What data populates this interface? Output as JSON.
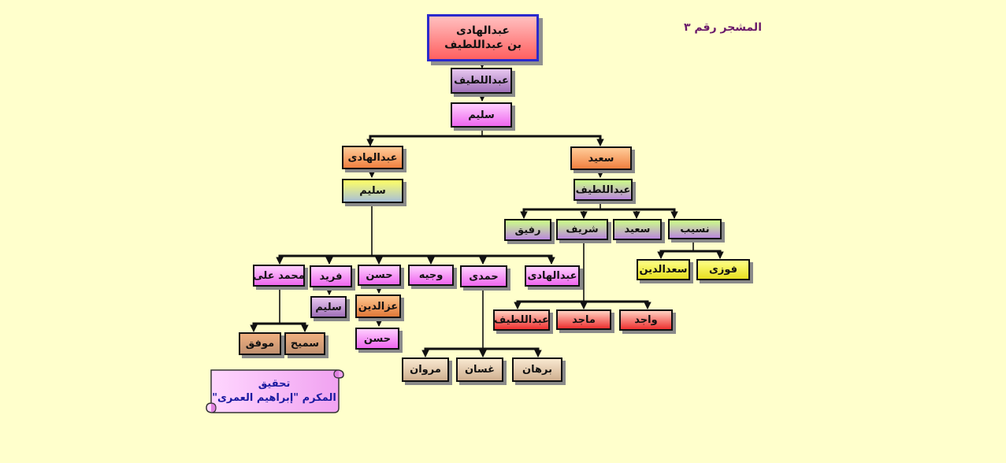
{
  "chart_label": "المشجر رقم ٣",
  "credit": {
    "line1": "تحقيق",
    "line2": "المكرم \"إبراهيم العمرى\""
  },
  "colors": {
    "background": "#ffffcc",
    "root_border": "#2a2acc",
    "credit_text": "#1a1aa0",
    "label_text": "#6a1a6a"
  },
  "nodes": {
    "root": {
      "line1": "عبدالهادى",
      "line2": "بن عبداللطيف"
    },
    "n_abdullatif_1": "عبداللطيف",
    "n_salim_1": "سليم",
    "n_abdulhadi_2": "عبدالهادى",
    "n_saeed_1": "سعيد",
    "n_salim_2": "سليم",
    "n_abdullatif_2": "عبداللطيف",
    "n_rafeeq": "رفيق",
    "n_shareef": "شريف",
    "n_saeed_2": "سعيد",
    "n_naseeb": "نسيب",
    "n_saadaldeen": "سعدالدين",
    "n_fawzi": "فوزى",
    "n_abdullatif_3": "عبداللطيف",
    "n_majed": "ماجد",
    "n_wajed": "واجد",
    "n_mohammad_ali": "محمد على",
    "n_fareed": "فريد",
    "n_hasan_1": "حسن",
    "n_wajeeh": "وجيه",
    "n_hamdi": "حمدى",
    "n_abdulhadi_3": "عبدالهادى",
    "n_salim_3": "سليم",
    "n_izzaldeen": "عزالدين",
    "n_hasan_2": "حسن",
    "n_muwaffaq": "موفق",
    "n_sameeh": "سميح",
    "n_marwan": "مروان",
    "n_ghassan": "غسان",
    "n_burhan": "برهان"
  }
}
